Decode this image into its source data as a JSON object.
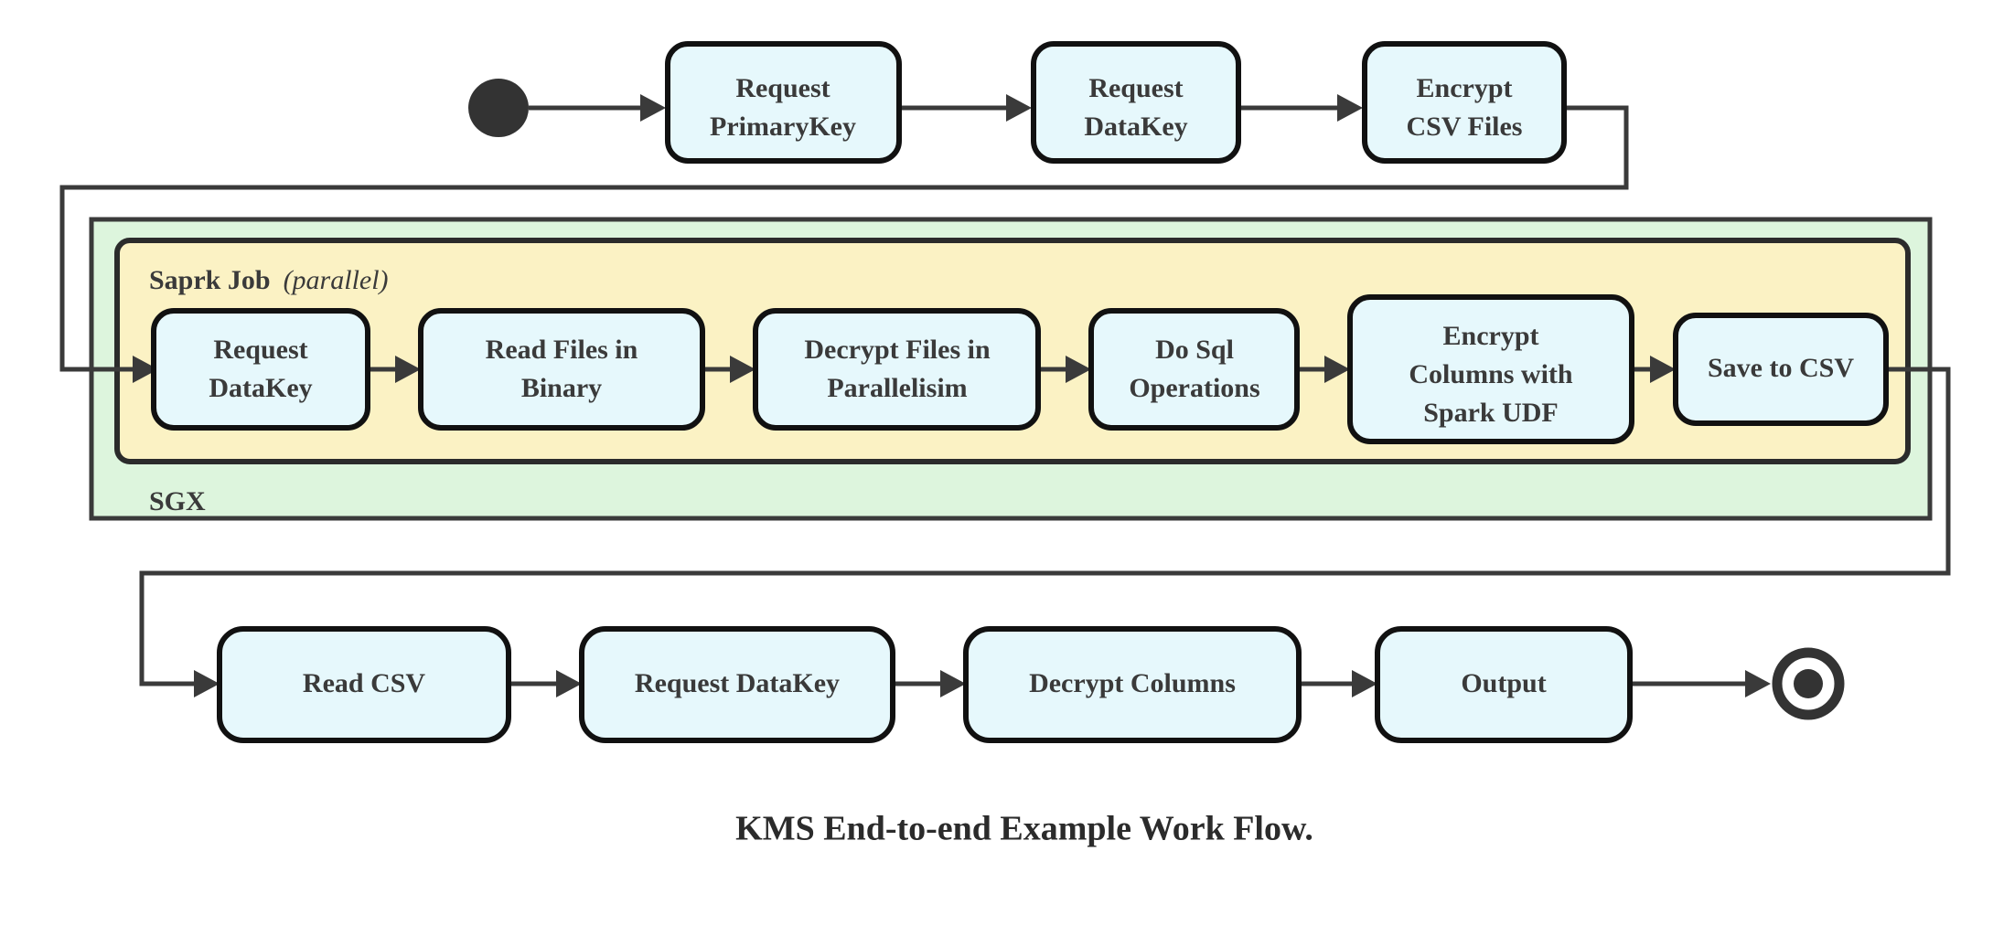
{
  "diagram": {
    "caption": "KMS End-to-end Example Work Flow.",
    "colors": {
      "node_fill": "#e6f8fc",
      "node_stroke": "#111111",
      "spark_group_fill": "#fbf2c4",
      "sgx_group_fill": "#ddf5dd",
      "group_stroke": "#3a3a3a",
      "edge": "#3a3a3a",
      "text": "#3a3a3a",
      "terminal": "#333333"
    },
    "start_node": {
      "name": "start-node",
      "shape": "filled-circle"
    },
    "end_node": {
      "name": "end-node",
      "shape": "double-circle"
    },
    "groups": [
      {
        "id": "sgx",
        "label": "SGX",
        "label_position": "bottom-left"
      },
      {
        "id": "spark-job",
        "label": "Saprk Job",
        "label_suffix": "(parallel)",
        "label_position": "top-left"
      }
    ],
    "rows": {
      "top": {
        "id": "top-row",
        "nodes": [
          {
            "id": "request-primarykey",
            "lines": [
              "Request",
              "PrimaryKey"
            ]
          },
          {
            "id": "request-datakey-top",
            "lines": [
              "Request",
              "DataKey"
            ]
          },
          {
            "id": "encrypt-csv-files",
            "lines": [
              "Encrypt",
              "CSV Files"
            ]
          }
        ]
      },
      "middle": {
        "id": "spark-row",
        "nodes": [
          {
            "id": "request-datakey-spark",
            "lines": [
              "Request",
              "DataKey"
            ]
          },
          {
            "id": "read-files-in-binary",
            "lines": [
              "Read Files in",
              "Binary"
            ]
          },
          {
            "id": "decrypt-files-in-parallelisim",
            "lines": [
              "Decrypt Files in",
              "Parallelisim"
            ]
          },
          {
            "id": "do-sql-operations",
            "lines": [
              "Do Sql",
              "Operations"
            ]
          },
          {
            "id": "encrypt-columns-with-spark-udf",
            "lines": [
              "Encrypt",
              "Columns with",
              "Spark UDF"
            ]
          },
          {
            "id": "save-to-csv",
            "lines": [
              "Save to CSV"
            ]
          }
        ]
      },
      "bottom": {
        "id": "bottom-row",
        "nodes": [
          {
            "id": "read-csv",
            "lines": [
              "Read CSV"
            ]
          },
          {
            "id": "request-datakey-bottom",
            "lines": [
              "Request DataKey"
            ]
          },
          {
            "id": "decrypt-columns",
            "lines": [
              "Decrypt Columns"
            ]
          },
          {
            "id": "output",
            "lines": [
              "Output"
            ]
          }
        ]
      }
    },
    "flow_order": [
      "start",
      "Request PrimaryKey",
      "Request DataKey",
      "Encrypt CSV Files",
      "Request DataKey",
      "Read Files in Binary",
      "Decrypt Files in Parallelisim",
      "Do Sql Operations",
      "Encrypt Columns with Spark UDF",
      "Save to CSV",
      "Read CSV",
      "Request DataKey",
      "Decrypt Columns",
      "Output",
      "end"
    ]
  }
}
